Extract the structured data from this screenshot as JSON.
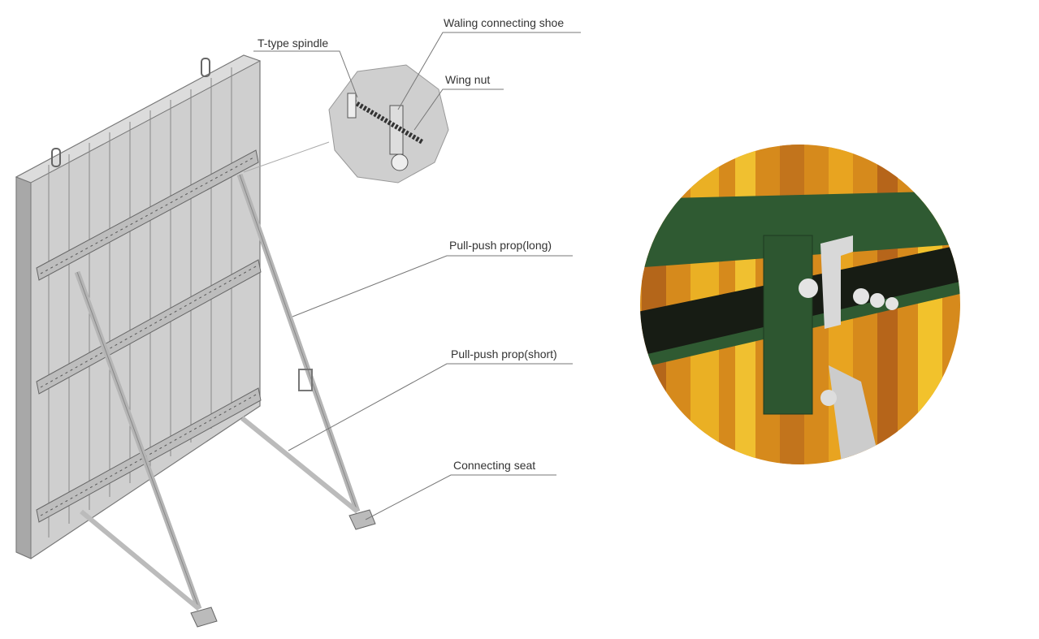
{
  "labels": {
    "t_type_spindle": "T-type spindle",
    "waling_connecting_shoe": "Waling connecting shoe",
    "wing_nut": "Wing nut",
    "prop_long": "Pull-push prop(long)",
    "prop_short": "Pull-push prop(short)",
    "connecting_seat": "Connecting seat"
  },
  "colors": {
    "panel": "#c9c9c9",
    "panel_dark": "#9a9a9a",
    "beam_green": "#2f5a32",
    "wood_yellow": "#e8a21c",
    "wood_orange": "#c9741a",
    "leader": "#666666"
  }
}
